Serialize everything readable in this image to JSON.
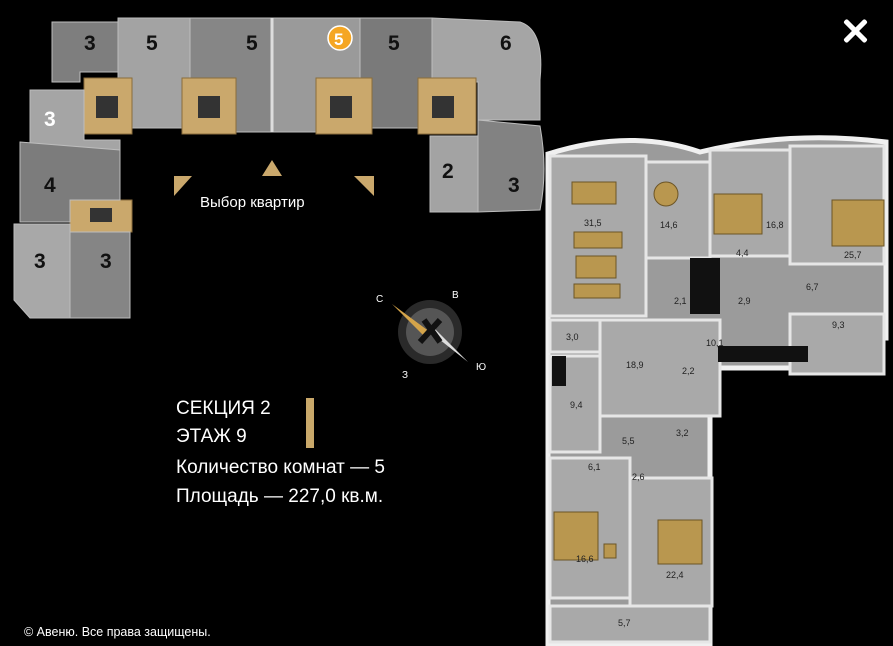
{
  "close_icon": "close-icon",
  "map": {
    "select_label": "Выбор квартир",
    "badge": "5",
    "units": [
      "3",
      "5",
      "5",
      "5",
      "6",
      "3",
      "4",
      "3",
      "3",
      "2",
      "3"
    ]
  },
  "info": {
    "section": "СЕКЦИЯ 2",
    "floor": "ЭТАЖ 9",
    "rooms": "Количество комнат — 5",
    "area": "Площадь — 227,0 кв.м."
  },
  "compass": {
    "n": "С",
    "e": "В",
    "s": "Ю",
    "w": "З"
  },
  "plan_rooms": [
    "31,5",
    "14,6",
    "16,8",
    "25,7",
    "4,4",
    "6,7",
    "2,1",
    "2,9",
    "3,0",
    "18,9",
    "10,1",
    "9,3",
    "2,2",
    "9,4",
    "5,5",
    "3,2",
    "6,1",
    "2,6",
    "16,6",
    "22,4",
    "5,7"
  ],
  "copyright": "© Авеню. Все права защищены.",
  "colors": {
    "accent": "#c9a86a",
    "badge": "#f5a623"
  }
}
